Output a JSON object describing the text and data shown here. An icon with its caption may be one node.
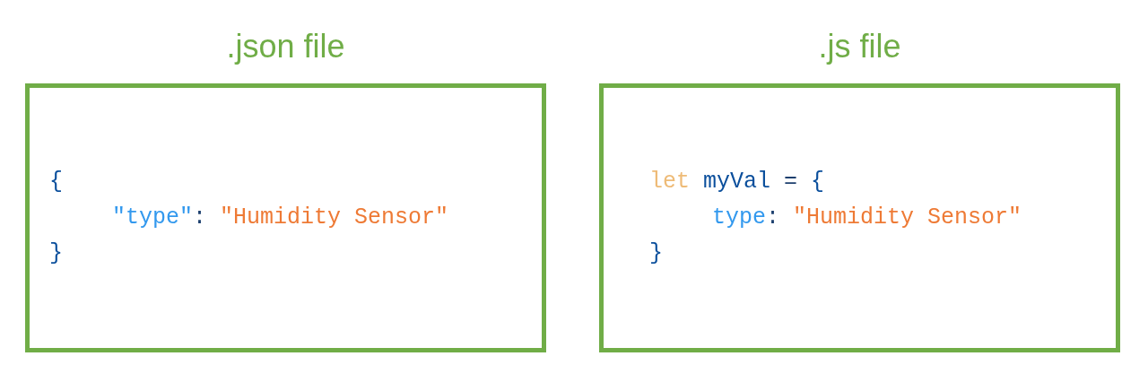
{
  "diagram": {
    "nodes": [
      {
        "text": [
          ".json file",
          "{",
          "\"type\": \"Humidity Sensor\"",
          "}"
        ]
      },
      {
        "text": [
          ".js file",
          "let myVal = {",
          "type: \"Humidity Sensor\"",
          "}"
        ]
      }
    ]
  }
}
